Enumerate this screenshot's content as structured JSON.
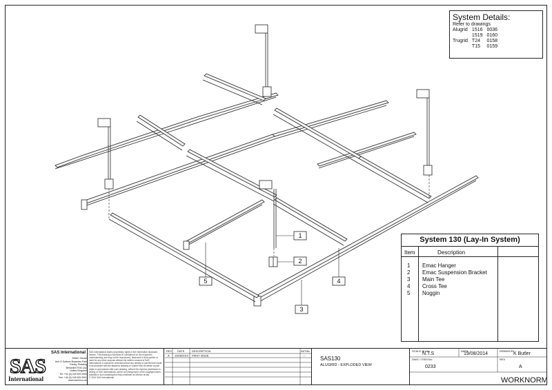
{
  "system_details": {
    "title": "System Details:",
    "subtitle": "Refer to drawings",
    "rows": [
      {
        "system": "Alugrid",
        "ref": "1516",
        "code": "0036"
      },
      {
        "system": "",
        "ref": "1519",
        "code": "0160"
      },
      {
        "system": "Trugrid",
        "ref": "T24",
        "code": "0158"
      },
      {
        "system": "",
        "ref": "T15",
        "code": "0159"
      }
    ]
  },
  "legend": {
    "title": "System 130 (Lay-In System)",
    "col_item": "Item",
    "col_description": "Description",
    "items": [
      {
        "num": "1",
        "desc": "Emac Hanger"
      },
      {
        "num": "2",
        "desc": "Emac Suspension Bracket"
      },
      {
        "num": "3",
        "desc": "Main Tee"
      },
      {
        "num": "4",
        "desc": "Cross Tee"
      },
      {
        "num": "5",
        "desc": "Noggin"
      }
    ]
  },
  "callouts": [
    "1",
    "2",
    "3",
    "4",
    "5"
  ],
  "title_block": {
    "company": "SAS International",
    "logo_text": "SAS",
    "logo_sub": "International",
    "address": [
      "EMAC House",
      "Unit 2/ Suttons Business Park",
      "Earley, Reading",
      "Berkshire RG6 1AZ",
      "United Kingdom",
      "Tel: +44 (0) 118 929 0900",
      "Fax: +44 (0) 118 929 0901",
      "www.sasint.co.uk"
    ],
    "legal": "SAS International claims proprietary rights in the information disclosed hereon. This drawing is furnished in confidence for the recipient's understanding and may not be reproduced, disclosed to third parties or used for any other purpose without the written consent of SAS International. It should be understood that any activity or part thereof made in accordance with the attached drawing or copied from an article or part made in accordance with such drawing, without the express permission in writing of SAS International, will be an infringement of the copyright which subsists in such drawing and may constitute an offence at law.",
    "copyright": "© 2014 SAS International",
    "rev_headers": {
      "rev": "REV",
      "date": "DATE",
      "description": "DESCRIPTION",
      "initial": "INITIAL"
    },
    "rev_rows": [
      {
        "rev": "A",
        "date": "19/08/2014",
        "description": "FIRST ISSUE",
        "initial": "---"
      }
    ],
    "drawing_no": "SAS130",
    "drawing_title": "ALUGRID - EXPLODED VIEW",
    "scale_label": "SCALE @ A3",
    "scale": "N.T.S",
    "date_label": "DATE",
    "date": "19/08/2014",
    "drawn_by_label": "DRAWN BY",
    "drawn_by": "K Butler",
    "dwg_label": "DWG / ITEM No.",
    "dwg_no": "0233",
    "rev_label": "REV",
    "rev": "A",
    "project": "WORKNORM"
  }
}
